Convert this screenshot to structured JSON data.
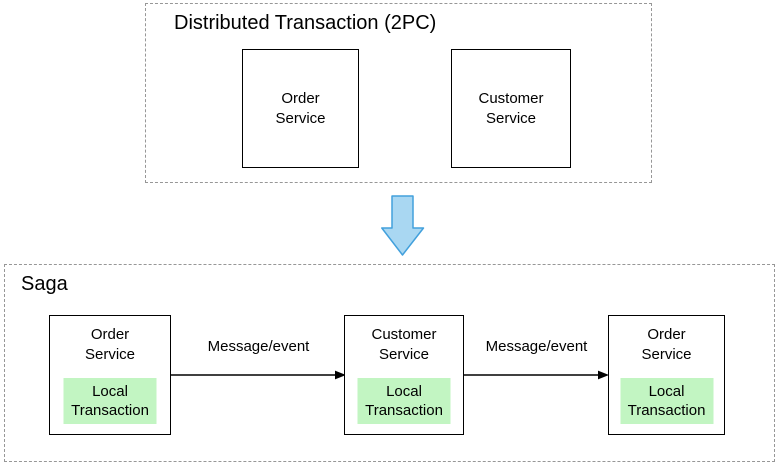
{
  "two_pc": {
    "title": "Distributed Transaction (2PC)",
    "services": [
      {
        "label": "Order\nService"
      },
      {
        "label": "Customer\nService"
      }
    ]
  },
  "saga": {
    "title": "Saga",
    "nodes": [
      {
        "service": "Order\nService",
        "local_transaction": "Local\nTransaction"
      },
      {
        "service": "Customer\nService",
        "local_transaction": "Local\nTransaction"
      },
      {
        "service": "Order\nService",
        "local_transaction": "Local\nTransaction"
      }
    ],
    "edges": [
      {
        "label": "Message/event"
      },
      {
        "label": "Message/event"
      }
    ]
  },
  "colors": {
    "background": "#ffffff",
    "text": "#000000",
    "connector": "#000000",
    "box_border": "#000000",
    "group_border": "#979797",
    "local_transaction_fill": "#c2f5c2",
    "down_arrow_fill": "#a9d7f2",
    "down_arrow_stroke": "#42a0dc"
  }
}
